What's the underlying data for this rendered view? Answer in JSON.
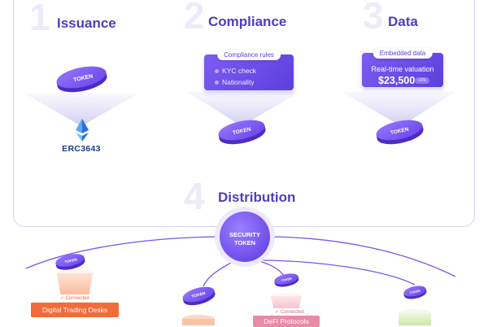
{
  "steps": [
    {
      "number": "1",
      "title": "Issuance"
    },
    {
      "number": "2",
      "title": "Compliance"
    },
    {
      "number": "3",
      "title": "Data"
    },
    {
      "number": "4",
      "title": "Distribution"
    }
  ],
  "token_label": "TOKEN",
  "issuance": {
    "standard": "ERC3643",
    "icon": "ethereum-icon"
  },
  "compliance": {
    "card_title": "Compliance rules",
    "rules": [
      "KYC check",
      "Nationality"
    ]
  },
  "data_card": {
    "card_title": "Embedded data",
    "label": "Real-time valuation",
    "amount": "$23,500",
    "badge": "+3%"
  },
  "distribution": {
    "hub_line1": "SECURITY",
    "hub_line2": "TOKEN",
    "connected_label": "Connected",
    "targets": [
      {
        "name": "Digital Trading Desks",
        "color": "#f26b3a"
      },
      {
        "name": "DeFi Protocols",
        "color": "#e98aa6"
      }
    ]
  },
  "colors": {
    "accent": "#5b3fde",
    "token": "#7a55f0",
    "muted_number": "#ecebfa"
  }
}
